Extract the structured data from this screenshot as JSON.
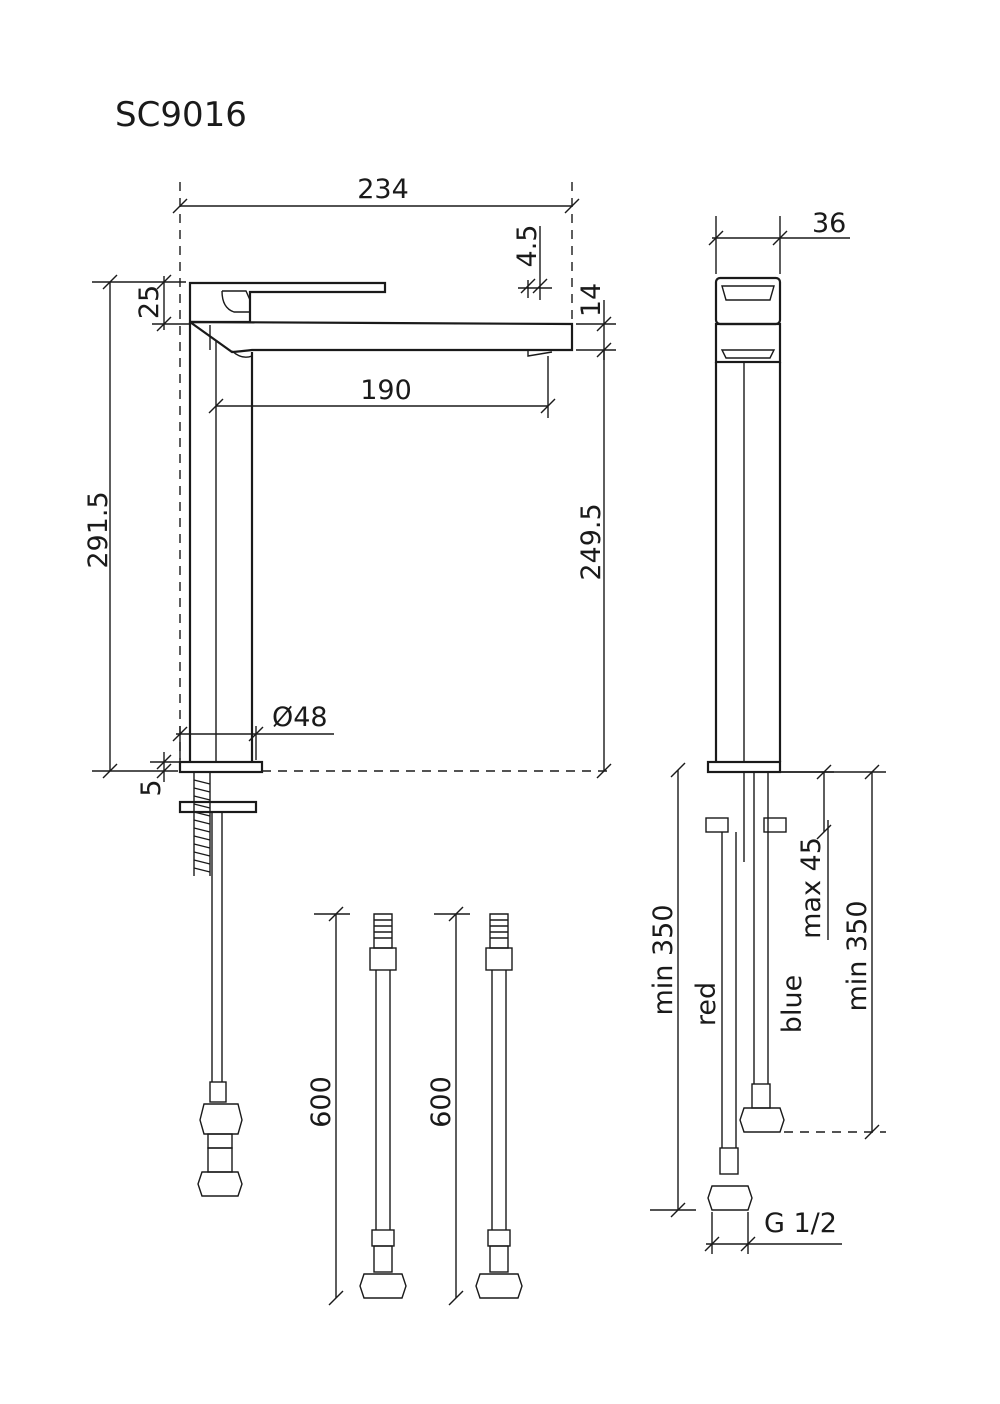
{
  "title": "SC9016",
  "dimensions": {
    "overall_length": "234",
    "spout_reach": "190",
    "total_height": "291.5",
    "spout_height": "249.5",
    "lever_height": "25",
    "spout_gap": "4.5",
    "spout_thickness": "14",
    "base_diameter": "Ø48",
    "base_thickness": "5",
    "side_depth": "36",
    "hose_length_1": "600",
    "hose_length_2": "600",
    "hose_min_red": "min 350",
    "hose_min_blue": "min 350",
    "counter_max": "max 45",
    "thread": "G 1/2"
  },
  "hose_labels": {
    "red": "red",
    "blue": "blue"
  },
  "colors": {
    "line": "#1a1a1a",
    "background": "#ffffff"
  }
}
